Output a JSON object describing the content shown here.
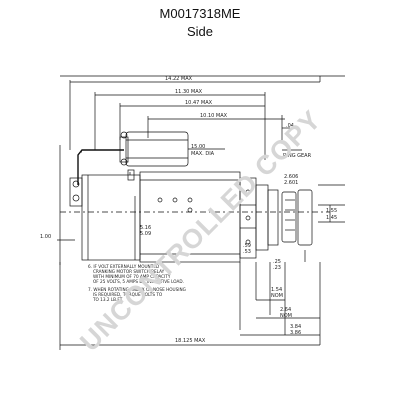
{
  "header": {
    "part_number": "M0017318ME",
    "view": "Side"
  },
  "dimensions": {
    "overall_length": "14.22 MAX",
    "d1": "11.30 MAX",
    "d2": "10.47 MAX",
    "d3": "10.10 MAX",
    "d4": "15.00",
    "d4b": "MAX. DIA",
    "d5": "1.00",
    "d6": "5.16",
    "d6b": "5.09",
    "d7": "2.606",
    "d7b": "2.601",
    "d8": "1.55",
    "d8b": "1.45",
    "d9": ".59",
    "d9b": ".53",
    "d10": ".25",
    "d10b": ".23",
    "d11": "1.54",
    "d11b": "NOM",
    "d12": "2.64",
    "d12b": "NOM",
    "d13": "3.84",
    "d13b": "3.86",
    "bottom_length": "18.125 MAX",
    "ring_gear": "RING GEAR",
    "small_label": ".04"
  },
  "notes": [
    "6. IF VOLT EXTERNALLY MOUNTED",
    "CRANKING MOTOR SWITCH RELAY",
    "WITH MINIMUM OF 70 AMP CAPACITY",
    "OF 25 VOLTS, 5 AMPS DC INDUCTIVE LOAD.",
    "7. WHEN ROTATING, INDEX OF NOSE HOUSING",
    "IS REQUIRED, TORQUE BOLTS TO",
    "TO 13.2  LB.FT."
  ],
  "watermark": "UNCONTROLLED COPY"
}
